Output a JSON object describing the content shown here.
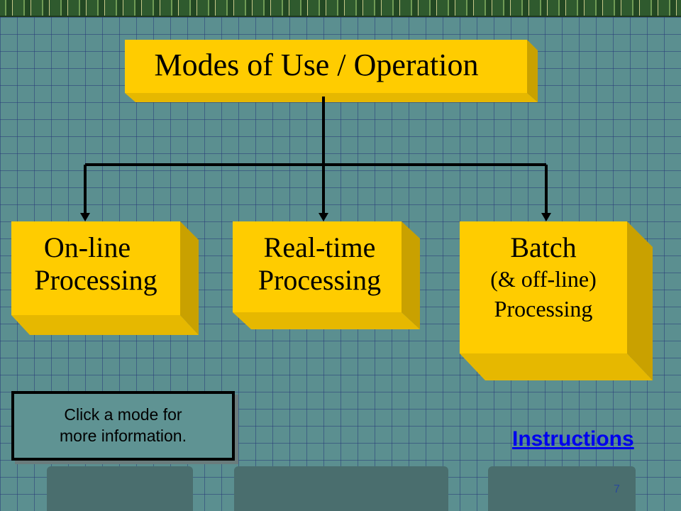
{
  "title": "Modes of Use / Operation",
  "modes": [
    {
      "line1": "On-line",
      "line2": "Processing",
      "line3": ""
    },
    {
      "line1": "Real-time",
      "line2": "Processing",
      "line3": ""
    },
    {
      "line1": "Batch",
      "line2": "(& off-line)",
      "line3": "Processing"
    }
  ],
  "hint": "Click a mode for\nmore information.",
  "instructions_link": "Instructions",
  "slide_number": "7",
  "colors": {
    "box_face": "#ffcc00",
    "background": "#5b8f90",
    "link": "#0000ee"
  }
}
